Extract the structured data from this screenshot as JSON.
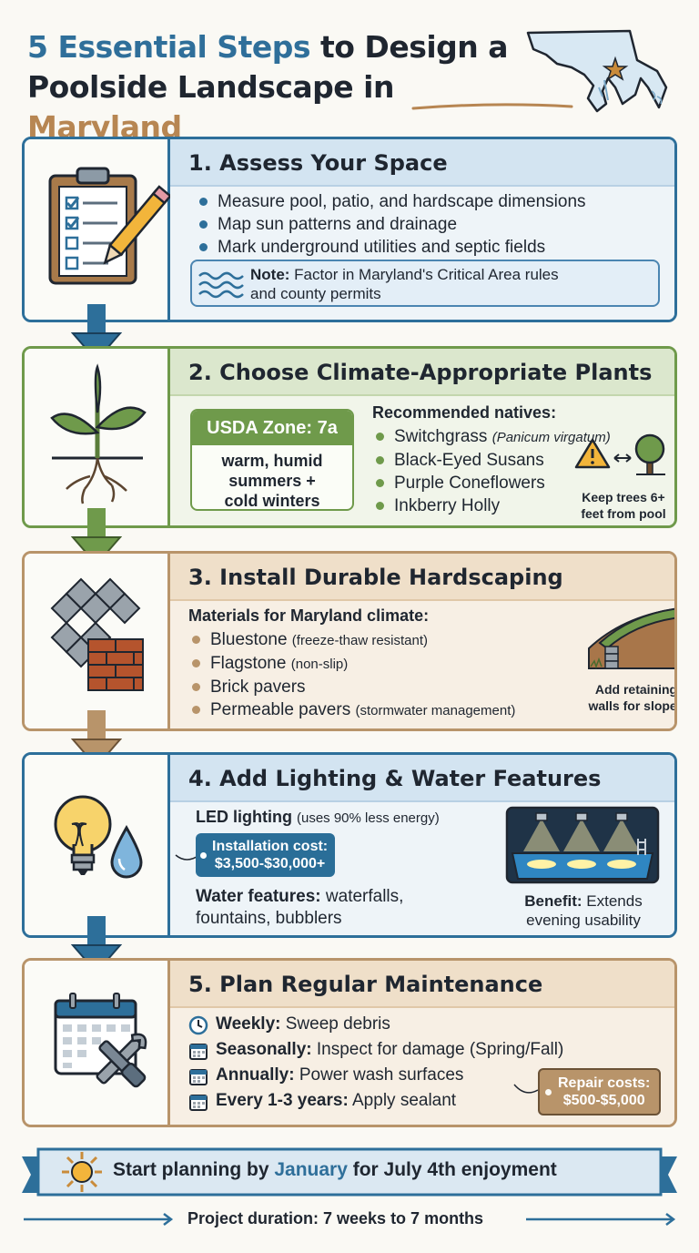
{
  "title": {
    "part1_accent": "5 Essential Steps",
    "part2": " to Design a",
    "line2": "Poolside Landscape in ",
    "state": "Maryland"
  },
  "icons": {
    "map": "maryland-map-icon",
    "step1": "clipboard-checklist-icon",
    "step2": "sprouting-plant-icon",
    "step3": "pavers-and-bricks-icon",
    "step4": "lightbulb-and-water-drop-icon",
    "step5": "calendar-and-tools-icon"
  },
  "colors": {
    "blue": "#2d6f9a",
    "green": "#6f9a4b",
    "tan": "#b8946a"
  },
  "steps": [
    {
      "title": "1. Assess Your Space",
      "bullets": [
        "Measure pool, patio, and hardscape dimensions",
        "Map sun patterns and drainage",
        "Mark underground utilities and septic fields"
      ],
      "note_label": "Note:",
      "note_text": " Factor in Maryland's Critical Area rules",
      "note_text2": "and county permits"
    },
    {
      "title": "2. Choose Climate-Appropriate Plants",
      "zone_label": "USDA Zone: 7a",
      "zone_desc": [
        "warm, humid",
        "summers +",
        "cold winters"
      ],
      "natives_heading": "Recommended natives:",
      "natives": [
        {
          "name": "Switchgrass ",
          "latin": "(Panicum virgatum)"
        },
        {
          "name": "Black-Eyed Susans",
          "latin": ""
        },
        {
          "name": "Purple Coneflowers",
          "latin": ""
        },
        {
          "name": "Inkberry Holly",
          "latin": ""
        }
      ],
      "tree_note": [
        "Keep trees 6+",
        "feet from pool"
      ]
    },
    {
      "title": "3. Install Durable Hardscaping",
      "materials_heading": "Materials for Maryland climate:",
      "materials": [
        {
          "name": "Bluestone ",
          "detail": "(freeze-thaw resistant)"
        },
        {
          "name": "Flagstone ",
          "detail": "(non-slip)"
        },
        {
          "name": "Brick pavers",
          "detail": ""
        },
        {
          "name": "Permeable pavers ",
          "detail": "(stormwater management)"
        }
      ],
      "wall_note": [
        "Add retaining",
        "walls for slopes"
      ]
    },
    {
      "title": "4. Add Lighting & Water Features",
      "led_label": "LED lighting ",
      "led_detail": "(uses 90% less energy)",
      "cost_label": "Installation cost:",
      "cost_value": "$3,500-$30,000+",
      "water_label": "Water features:",
      "water_items": " waterfalls,",
      "water_items2": "fountains, bubblers",
      "benefit_label": "Benefit:",
      "benefit_text": " Extends",
      "benefit_text2": "evening usability"
    },
    {
      "title": "5. Plan Regular Maintenance",
      "tasks": [
        {
          "icon": "clock-icon",
          "label": "Weekly:",
          "text": " Sweep debris"
        },
        {
          "icon": "calendar-icon",
          "label": "Seasonally:",
          "text": " Inspect for damage (Spring/Fall)"
        },
        {
          "icon": "calendar-icon",
          "label": "Annually:",
          "text": " Power wash surfaces"
        },
        {
          "icon": "calendar-icon",
          "label": "Every 1-3 years:",
          "text": " Apply sealant"
        }
      ],
      "repair_label": "Repair costs:",
      "repair_value": "$500-$5,000"
    }
  ],
  "banner": {
    "icon": "sun-icon",
    "pre": "Start planning by ",
    "month": "January",
    "post": " for July 4th enjoyment"
  },
  "footer": {
    "text": "Project duration: 7 weeks to 7 months"
  }
}
